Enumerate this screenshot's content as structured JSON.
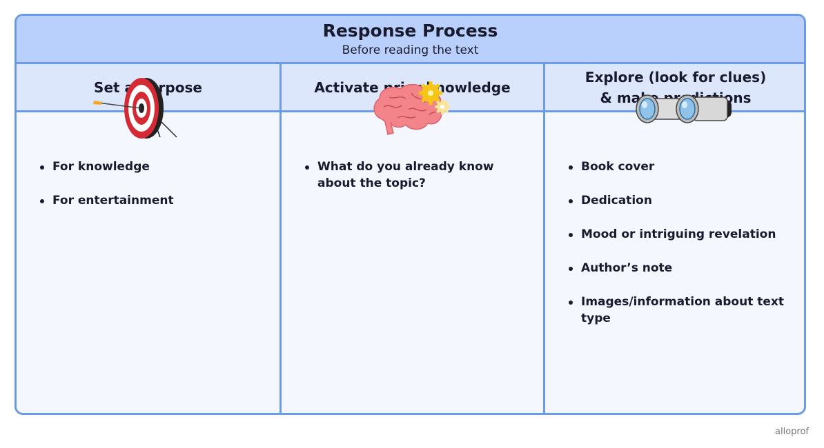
{
  "header": {
    "title": "Response Process",
    "subtitle": "Before reading the text"
  },
  "columns": [
    {
      "heading": "Set a purpose",
      "icon": "target-icon",
      "items": [
        "For knowledge",
        "For entertainment"
      ]
    },
    {
      "heading": "Activate prior knowledge",
      "icon": "brain-gears-icon",
      "items": [
        "What do you already know about the topic?"
      ]
    },
    {
      "heading_line1": "Explore (look for clues)",
      "heading_line2": "& make predictions",
      "icon": "binoculars-icon",
      "items": [
        "Book cover",
        "Dedication",
        "Mood or intriguing revelation",
        "Author’s note",
        "Images/information about text type"
      ]
    }
  ],
  "logo": "alloprof",
  "colors": {
    "border": "#6b9ae6",
    "header_bg": "#b8d0fb",
    "col_head_bg": "#dce7fb",
    "body_bg": "#f4f7fe",
    "target_red": "#d42a35",
    "brain_pink": "#f2848a",
    "gear_yellow": "#f5c518"
  }
}
